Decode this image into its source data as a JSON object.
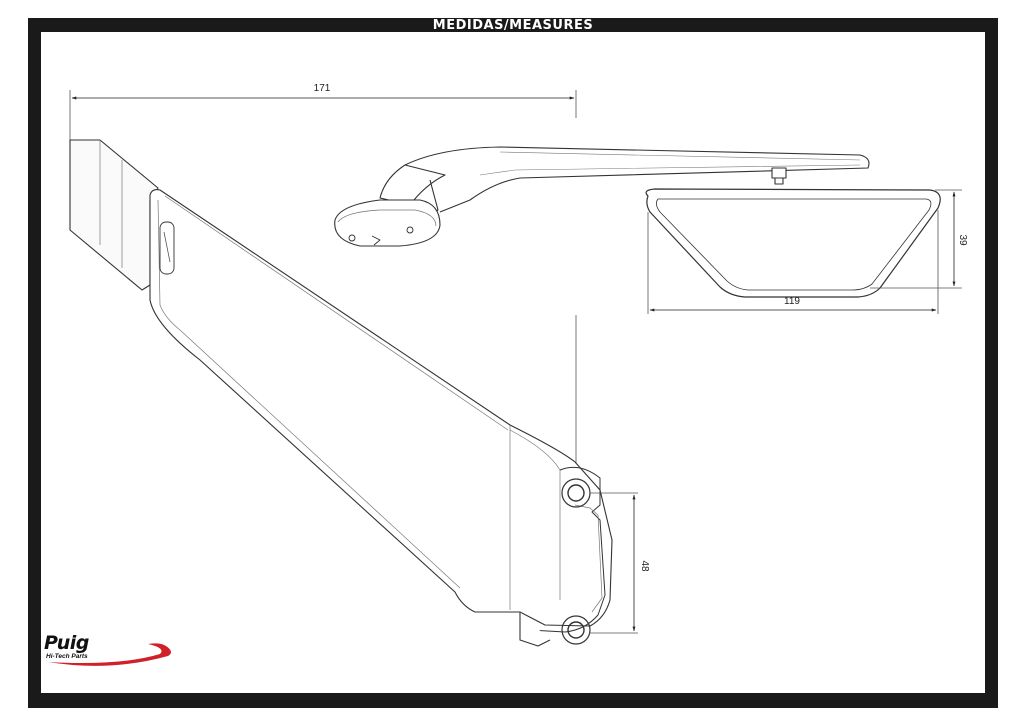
{
  "header": {
    "title": "MEDIDAS/MEASURES"
  },
  "dimensions": {
    "arm_length": "171",
    "mirror_height": "39",
    "mirror_width": "119",
    "mount_spacing": "48"
  },
  "logo": {
    "brand": "Puig",
    "tagline": "Hi-Tech Parts"
  },
  "colors": {
    "frame": "#1a1a1a",
    "line": "#333333",
    "accent": "#d0202a"
  }
}
